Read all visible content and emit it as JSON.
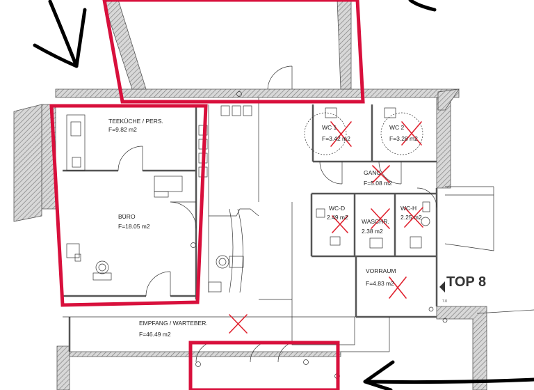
{
  "rooms": {
    "teekueche": {
      "name": "TEEKÜCHE / PERS.",
      "area": "F=9.82 m2"
    },
    "buero": {
      "name": "BÜRO",
      "area": "F=18.05 m2"
    },
    "wc1": {
      "name": "WC 1",
      "area": "F=3.42 m2"
    },
    "wc2": {
      "name": "WC 2",
      "area": "F=3.28 m2"
    },
    "gang": {
      "name": "GANG",
      "area": "F=5.08 m2"
    },
    "wc_d": {
      "name": "WC-D",
      "area": "2.49 m2"
    },
    "waschr": {
      "name": "WASCHR.",
      "area": "2.38 m2"
    },
    "wc_h": {
      "name": "WC-H",
      "area": "2.25 m2"
    },
    "vorraum": {
      "name": "VORRAUM",
      "area": "F=4.83 m2"
    },
    "empfang": {
      "name": "EMPFANG / WARTEBER.",
      "area": "F=46.49 m2"
    }
  },
  "unit_label": "TOP 8",
  "small_dimension": "7.0",
  "colors": {
    "highlight": "#d8103c",
    "walls": "#6a6a6a",
    "hatch": "#9a9a9a",
    "cross": "#e0212e",
    "arrow": "#000000",
    "lines": "#333333"
  }
}
